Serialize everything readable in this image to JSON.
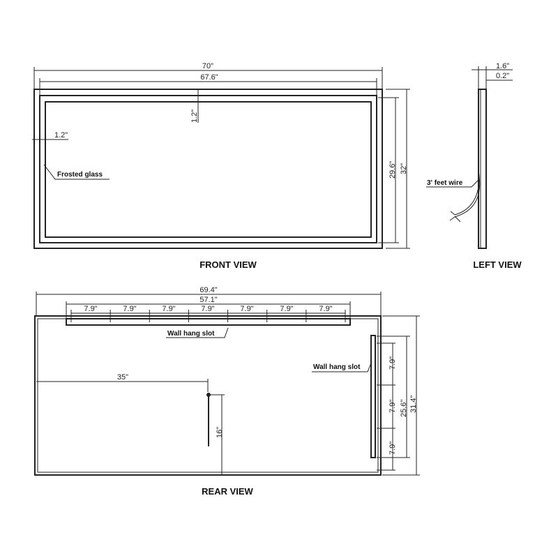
{
  "front_view": {
    "title": "FRONT VIEW",
    "width_overall": "70\"",
    "width_inner": "67.6\"",
    "border_top": "1.2\"",
    "border_left": "1.2\"",
    "height_inner": "29.6\"",
    "height_overall": "32\"",
    "glass_label": "Frosted glass"
  },
  "left_view": {
    "title": "LEFT VIEW",
    "depth_overall": "1.6\"",
    "depth_glass": "0.2\"",
    "wire_label": "3' feet wire"
  },
  "rear_view": {
    "title": "REAR VIEW",
    "width_overall": "69.4\"",
    "slot_width": "57.1\"",
    "slot_spacing": [
      "7.9\"",
      "7.9\"",
      "7.9\"",
      "7.9\"",
      "7.9\"",
      "7.9\"",
      "7.9\""
    ],
    "slot_label_top": "Wall hang slot",
    "slot_label_side": "Wall hang slot",
    "cord_offset_x": "35\"",
    "cord_offset_y": "16\"",
    "side_spacing": [
      "7.9\"",
      "7.9\"",
      "7.9\""
    ],
    "side_slot_length": "25.6\"",
    "height_overall": "31.4\""
  }
}
